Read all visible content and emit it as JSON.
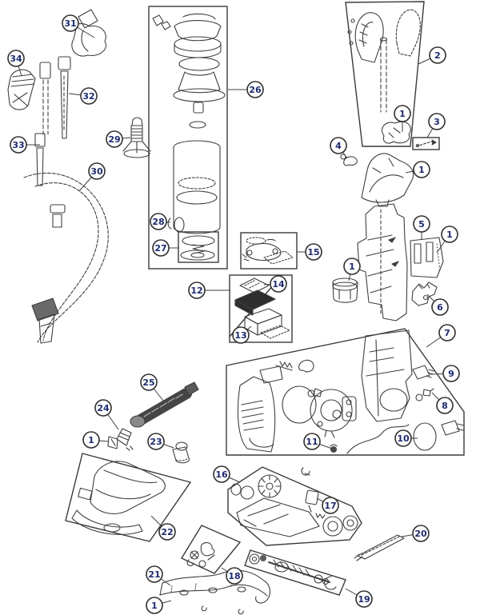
{
  "figure": {
    "title": "Upright vacuum cleaner exploded parts diagram",
    "background_color": "#ffffff",
    "line_color": "#3f3f3f",
    "balloon_fill": "#ffffff",
    "balloon_stroke": "#2f2f2f",
    "balloon_text_color": "#1d2a6e"
  },
  "callouts": [
    {
      "label": "31"
    },
    {
      "label": "34"
    },
    {
      "label": "32"
    },
    {
      "label": "33"
    },
    {
      "label": "29"
    },
    {
      "label": "30"
    },
    {
      "label": "26"
    },
    {
      "label": "28"
    },
    {
      "label": "27"
    },
    {
      "label": "2"
    },
    {
      "label": "1"
    },
    {
      "label": "3"
    },
    {
      "label": "4"
    },
    {
      "label": "1"
    },
    {
      "label": "5"
    },
    {
      "label": "1"
    },
    {
      "label": "1"
    },
    {
      "label": "6"
    },
    {
      "label": "15"
    },
    {
      "label": "14"
    },
    {
      "label": "12"
    },
    {
      "label": "13"
    },
    {
      "label": "7"
    },
    {
      "label": "9"
    },
    {
      "label": "8"
    },
    {
      "label": "10"
    },
    {
      "label": "11"
    },
    {
      "label": "25"
    },
    {
      "label": "24"
    },
    {
      "label": "1"
    },
    {
      "label": "23"
    },
    {
      "label": "22"
    },
    {
      "label": "16"
    },
    {
      "label": "17"
    },
    {
      "label": "20"
    },
    {
      "label": "18"
    },
    {
      "label": "19"
    },
    {
      "label": "21"
    },
    {
      "label": "1"
    }
  ]
}
